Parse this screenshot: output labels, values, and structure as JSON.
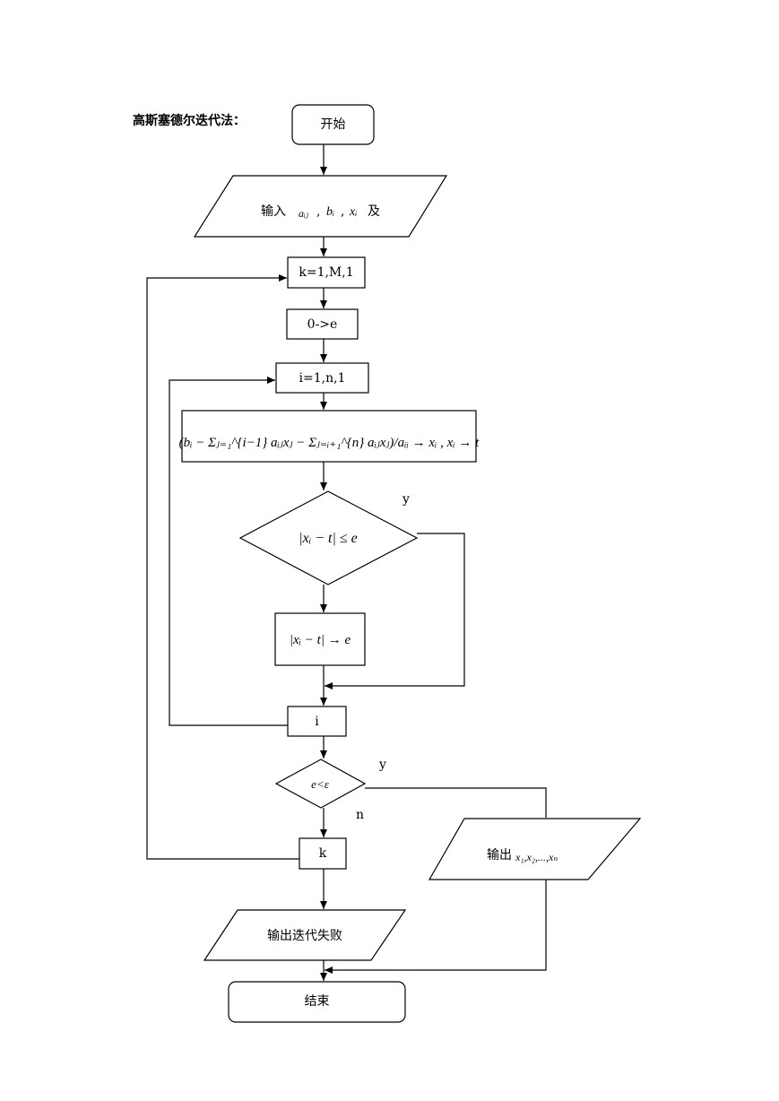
{
  "title": "高斯塞德尔迭代法：",
  "nodes": {
    "start": "开始",
    "input_prefix": "输入",
    "input_a": "aᵢⱼ",
    "input_b": "bᵢ",
    "input_x": "xᵢ",
    "input_suffix": "及",
    "loop_k": "k=1,M,1",
    "init_e": "0->e",
    "loop_i": "i=1,n,1",
    "formula": "(bᵢ − Σⱼ₌₁^{i−1} aᵢⱼxⱼ − Σⱼ₌ᵢ₊₁^{n} aᵢⱼxⱼ)/aᵢᵢ → xᵢ , xᵢ → t",
    "cond_xt": "|xᵢ − t| ≤ e",
    "assign_e": "|xᵢ − t| → e",
    "end_i": "i",
    "cond_eps": "e<ε",
    "end_k": "k",
    "out_x_prefix": "输出",
    "out_x_vars": "x₁,x₂,...,xₙ",
    "out_fail": "输出迭代失败",
    "end": "结束"
  },
  "edge_labels": {
    "yes_1": "y",
    "yes_2": "y",
    "no_2": "n"
  }
}
